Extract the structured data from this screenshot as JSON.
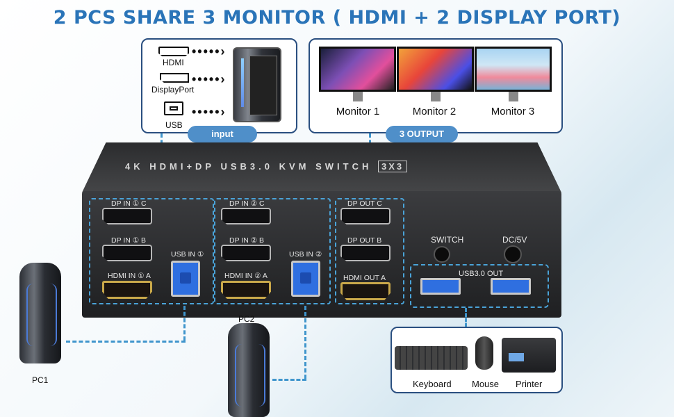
{
  "title": "2 PCS SHARE 3 MONITOR ( HDMI + 2 DISPLAY PORT)",
  "input_box": {
    "ports": [
      {
        "label": "HDMI",
        "icon": "hdmi-icon"
      },
      {
        "label": "DisplayPort",
        "icon": "displayport-icon"
      },
      {
        "label": "USB",
        "icon": "usb-icon"
      }
    ],
    "pill": "input"
  },
  "output_box": {
    "monitors": [
      "Monitor 1",
      "Monitor 2",
      "Monitor 3"
    ],
    "pill": "3 OUTPUT"
  },
  "kvm": {
    "title": "4K HDMI+DP USB3.0 KVM SWITCH",
    "badge": "3X3",
    "pc1_ports": {
      "dp_c": "DP IN ① C",
      "dp_b": "DP IN ① B",
      "hdmi": "HDMI IN ① A",
      "usb": "USB IN ①"
    },
    "pc2_ports": {
      "dp_c": "DP IN ② C",
      "dp_b": "DP IN ② B",
      "hdmi": "HDMI IN ② A",
      "usb": "USB IN ②"
    },
    "out_ports": {
      "dp_c": "DP OUT C",
      "dp_b": "DP OUT B",
      "hdmi": "HDMI OUT A"
    },
    "switch": "SWITCH",
    "power": "DC/5V",
    "usb_out": "USB3.0 OUT"
  },
  "pcs": [
    "PC1",
    "PC2"
  ],
  "devices": [
    "Keyboard",
    "Mouse",
    "Printer"
  ],
  "colors": {
    "accent": "#2a74b8",
    "dash": "#3f95cc",
    "box_border": "#2a4f80",
    "pill": "#4f8fc9"
  }
}
